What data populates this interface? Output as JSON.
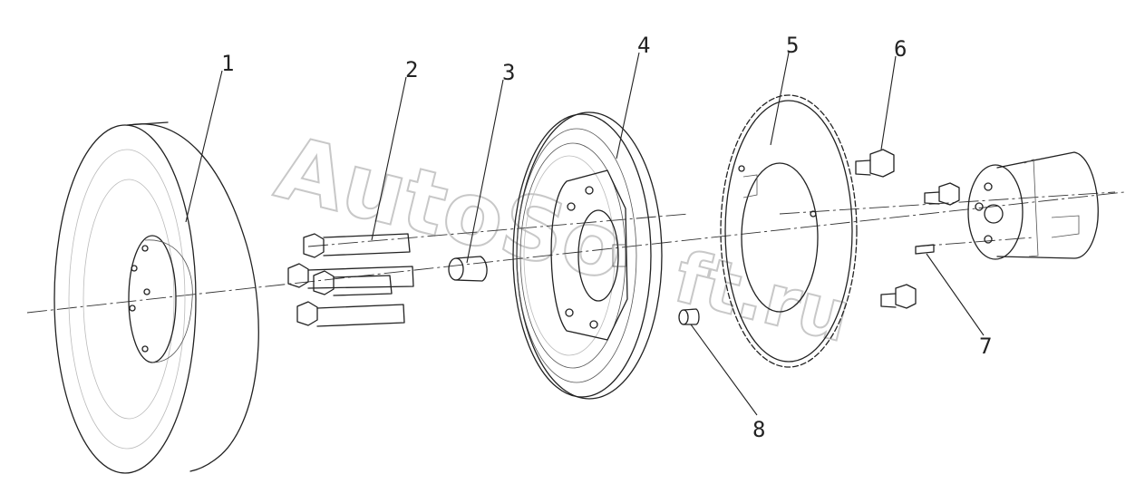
{
  "diagram": {
    "callouts": [
      "1",
      "2",
      "3",
      "4",
      "5",
      "6",
      "7",
      "8"
    ],
    "watermark": {
      "part1": "AutoSo",
      "part2": "ft.ru"
    },
    "colors": {
      "line": "#222222",
      "watermark": "#c8c8c8",
      "background": "#ffffff"
    }
  }
}
